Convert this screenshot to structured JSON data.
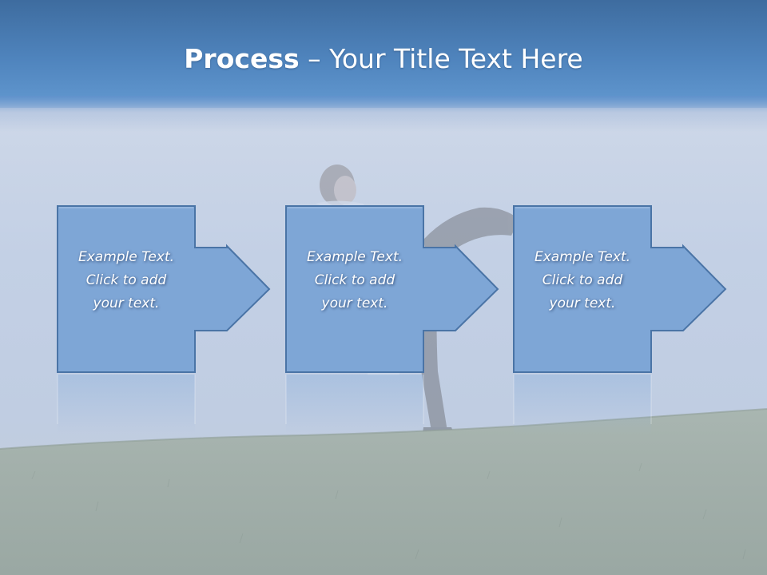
{
  "slide": {
    "title_bold": "Process",
    "title_rest": " – Your Title Text Here"
  },
  "steps": [
    {
      "line1": "Example Text.",
      "line2": "Click  to add",
      "line3": "your text."
    },
    {
      "line1": "Example Text.",
      "line2": "Click  to add",
      "line3": "your text."
    },
    {
      "line1": "Example Text.",
      "line2": "Click  to add",
      "line3": "your text."
    }
  ],
  "colors": {
    "header": "#4f84bd",
    "box_fill": "#7ea6d6",
    "box_border": "#3f6a9c",
    "text": "#ffffff"
  },
  "icons": {
    "step_shape": "box-with-right-arrow"
  }
}
